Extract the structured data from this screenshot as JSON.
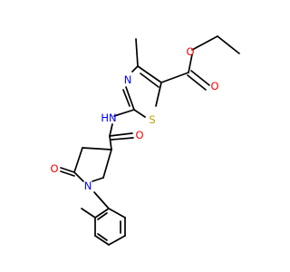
{
  "molecule": {
    "atoms": {
      "o_ester_carbonyl": {
        "symbol": "O",
        "color": "#ff0000"
      },
      "o_ester": {
        "symbol": "O",
        "color": "#ff0000"
      },
      "n_thiazole": {
        "symbol": "N",
        "color": "#0000ff"
      },
      "s_thiazole": {
        "symbol": "S",
        "color": "#b8a400"
      },
      "n_amide": {
        "symbol": "HN",
        "color": "#0000ff"
      },
      "o_amide": {
        "symbol": "O",
        "color": "#ff0000"
      },
      "o_lactam": {
        "symbol": "O",
        "color": "#ff0000"
      },
      "n_pyrrolidine": {
        "symbol": "N",
        "color": "#0000ff"
      }
    }
  }
}
